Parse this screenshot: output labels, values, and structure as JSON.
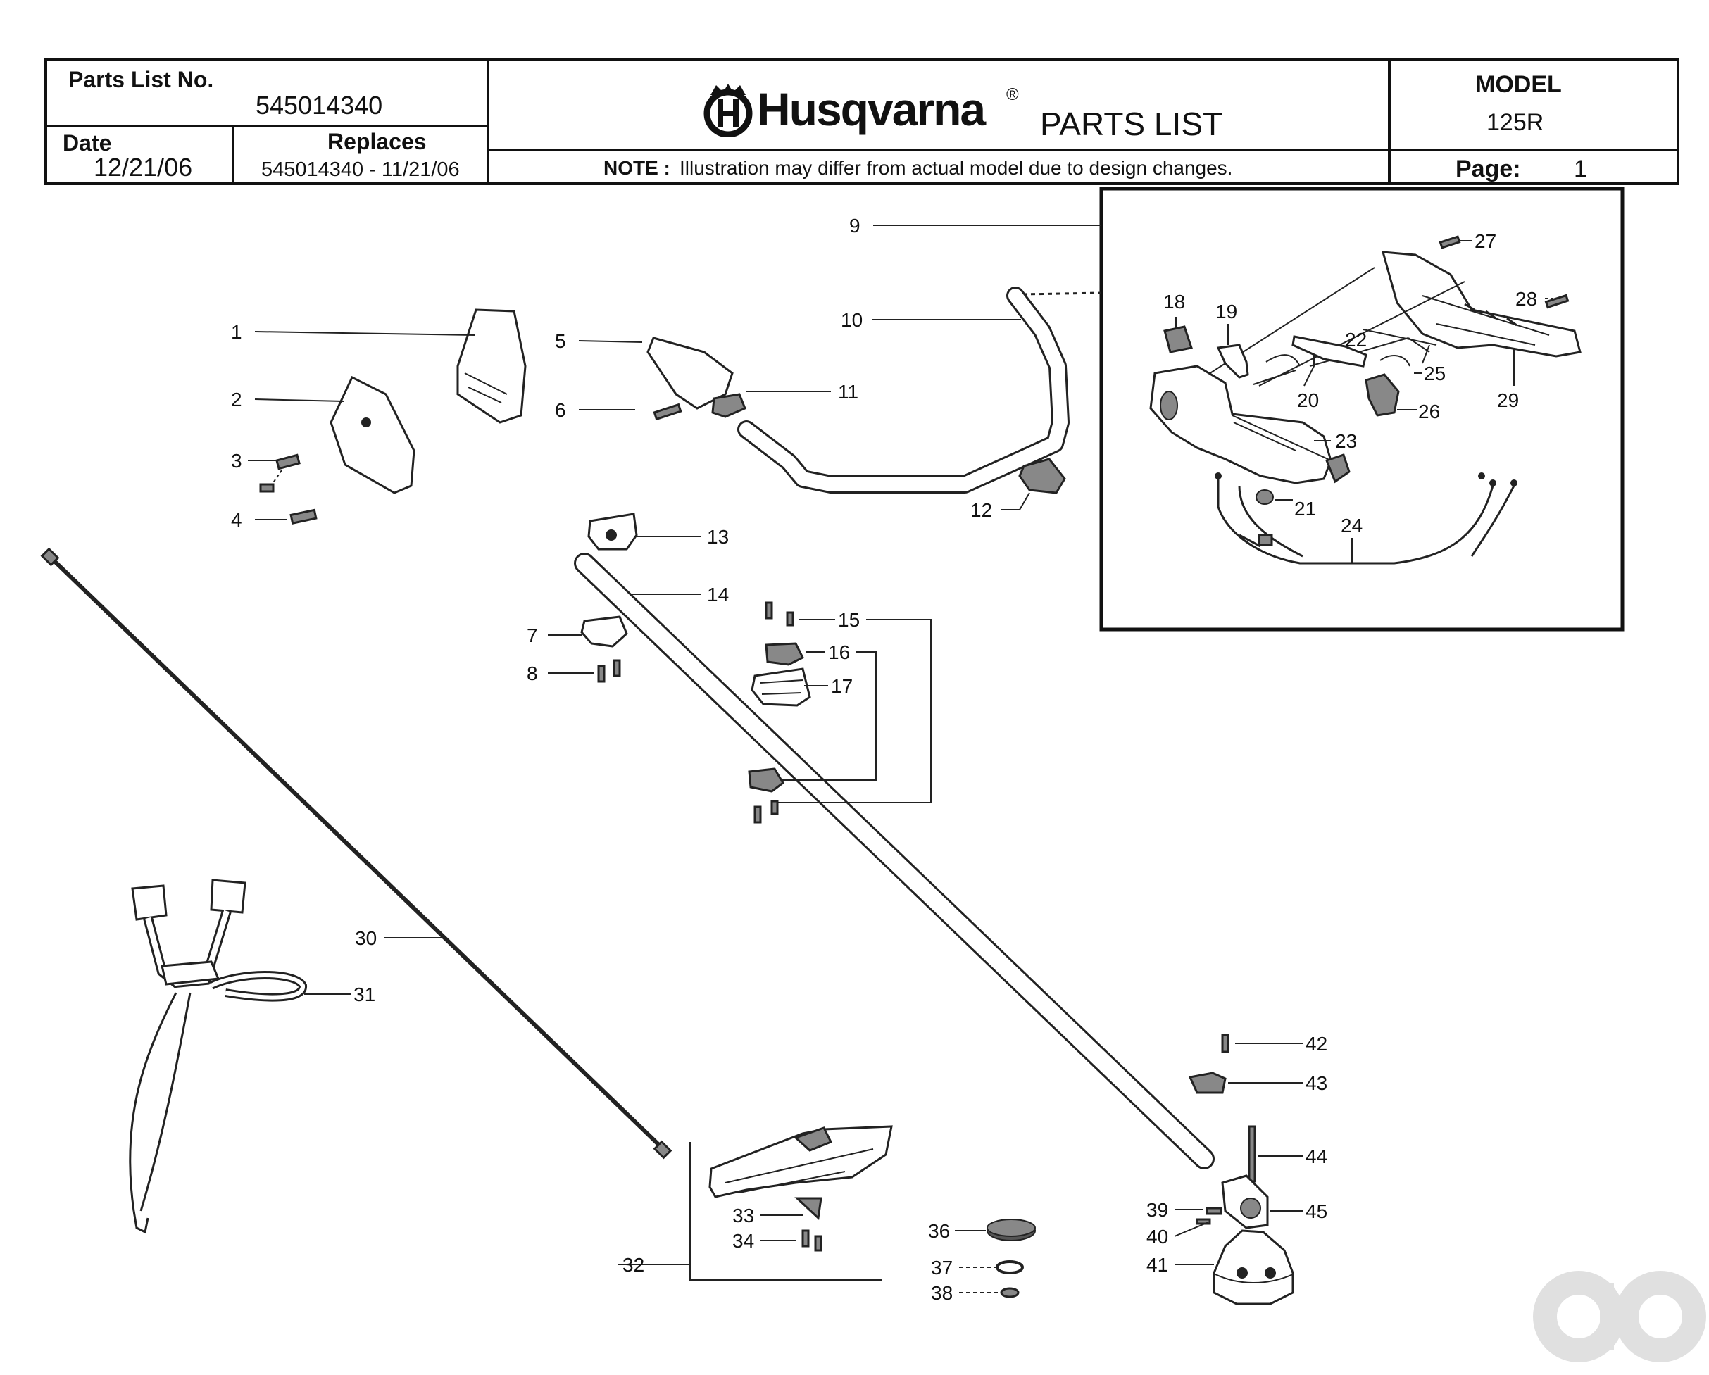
{
  "header": {
    "parts_list_no_label": "Parts List No.",
    "parts_list_no": "545014340",
    "date_label": "Date",
    "date": "12/21/06",
    "replaces_label": "Replaces",
    "replaces": "545014340 - 11/21/06",
    "brand": "Husqvarna",
    "registered": "®",
    "title": "PARTS LIST",
    "note_label": "NOTE :",
    "note": "Illustration may differ from actual model due to design changes.",
    "model_label": "MODEL",
    "model": "125R",
    "page_label": "Page:",
    "page": "1"
  },
  "callouts": [
    "1",
    "2",
    "3",
    "4",
    "5",
    "6",
    "7",
    "8",
    "9",
    "10",
    "11",
    "12",
    "13",
    "14",
    "15",
    "16",
    "17",
    "18",
    "19",
    "20",
    "21",
    "22",
    "23",
    "24",
    "25",
    "26",
    "27",
    "28",
    "29",
    "30",
    "31",
    "32",
    "33",
    "34",
    "36",
    "37",
    "38",
    "39",
    "40",
    "41",
    "42",
    "43",
    "44",
    "45"
  ],
  "colors": {
    "ink": "#111111",
    "line": "#222222",
    "watermark": "#e0e0e0"
  }
}
